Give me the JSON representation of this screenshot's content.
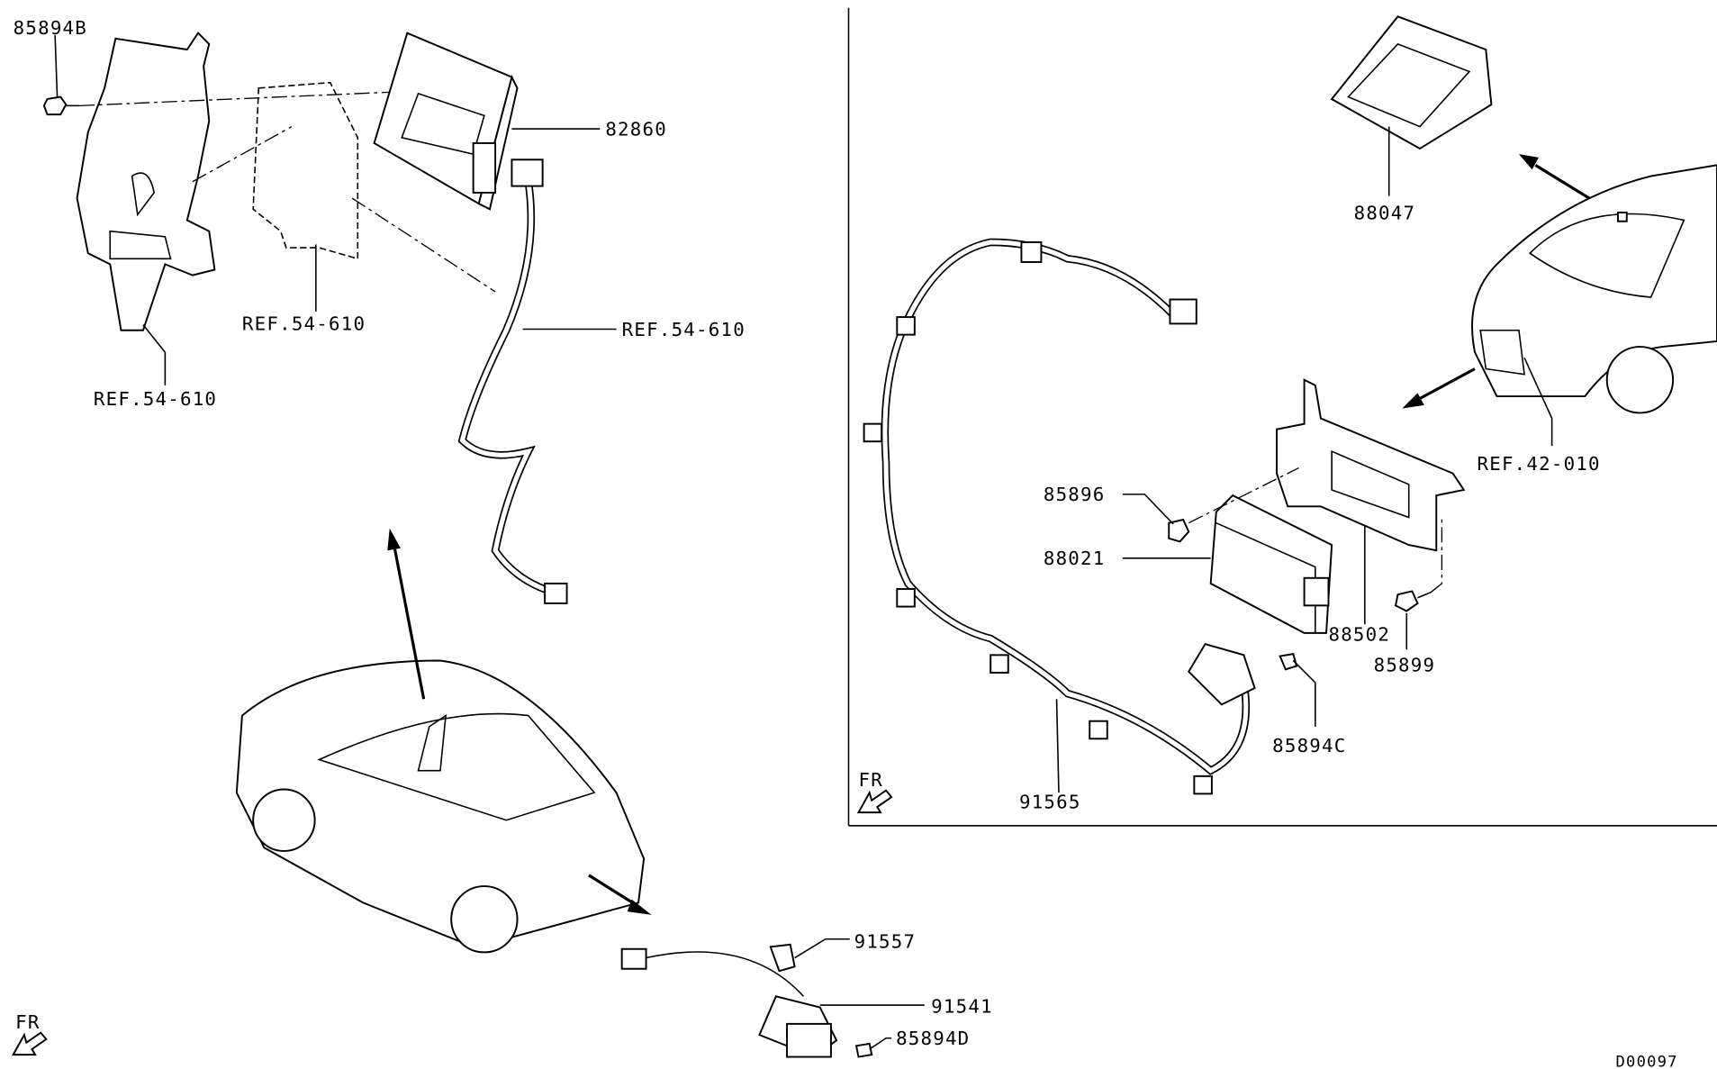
{
  "diagram": {
    "code": "D00097",
    "part_labels": {
      "bolt_top_left": "85894B",
      "control_unit_top": "82860",
      "ref_bracket_unit": "REF.54-610",
      "ref_harness": "REF.54-610",
      "ref_bracket": "REF.54-610",
      "camera_windshield": "88047",
      "ref_front": "REF.42-010",
      "nut": "85896",
      "radar_unit": "88021",
      "radar_bracket": "88502",
      "bolt_bracket": "85899",
      "bolt_sensor": "85894C",
      "harness_front": "91565",
      "clip_rear": "91557",
      "rear_camera": "91541",
      "screw_rear": "85894D"
    },
    "direction_labels": {
      "front_inset": "FR",
      "front_main": "FR"
    }
  }
}
